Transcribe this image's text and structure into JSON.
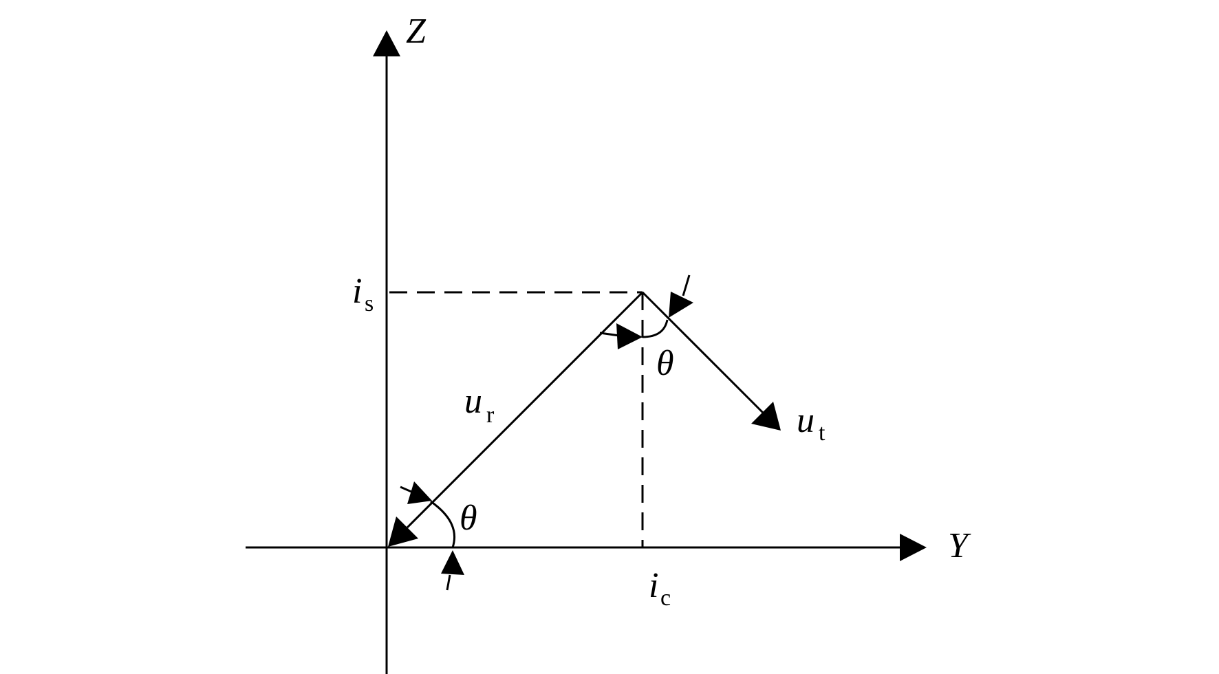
{
  "axes": {
    "z_label": "Z",
    "y_label": "Y"
  },
  "points": {
    "is": {
      "main": "i",
      "sub": "s"
    },
    "ic": {
      "main": "i",
      "sub": "c"
    }
  },
  "vectors": {
    "ur": {
      "main": "u",
      "sub": "r"
    },
    "ut": {
      "main": "u",
      "sub": "t"
    }
  },
  "angles": {
    "lower": "θ",
    "upper": "θ"
  },
  "colors": {
    "ink": "#000000",
    "background": "#ffffff"
  }
}
